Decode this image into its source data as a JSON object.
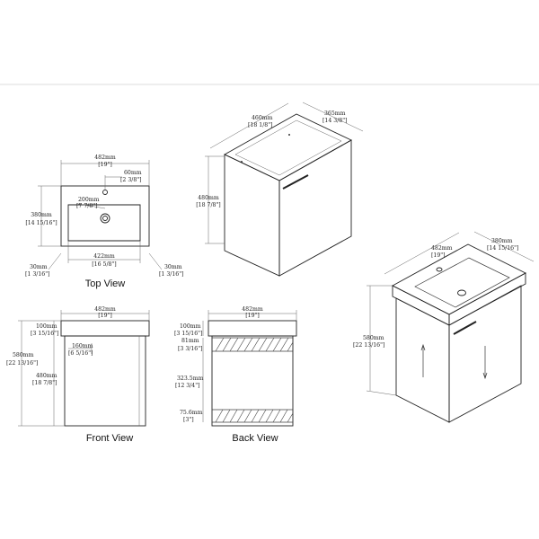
{
  "views": {
    "top": "Top View",
    "front": "Front View",
    "back": "Back View"
  },
  "dims": {
    "top_width_mm": "482mm",
    "top_width_in": "[19\"]",
    "top_faucet_mm": "60mm",
    "top_faucet_in": "[2 3/8\"]",
    "top_drain_mm": "200mm",
    "top_drain_in": "[7 7/8\"]",
    "top_depth_mm": "380mm",
    "top_depth_in": "[14 15/16\"]",
    "top_inner_mm": "422mm",
    "top_inner_in": "[16 5/8\"]",
    "top_side_left_mm": "30mm",
    "top_side_left_in": "[1 3/16\"]",
    "top_side_right_mm": "30mm",
    "top_side_right_in": "[1 3/16\"]",
    "cab_width_mm": "460mm",
    "cab_width_in": "[18 1/8\"]",
    "cab_depth_mm": "365mm",
    "cab_depth_in": "[14 3/8\"]",
    "cab_height_mm": "480mm",
    "cab_height_in": "[18 7/8\"]",
    "front_width_mm": "482mm",
    "front_width_in": "[19\"]",
    "front_top_mm": "100mm",
    "front_top_in": "[3 15/16\"]",
    "front_total_mm": "580mm",
    "front_total_in": "[22 13/16\"]",
    "front_handle_mm": "160mm",
    "front_handle_in": "[6 5/16\"]",
    "front_body_mm": "480mm",
    "front_body_in": "[18 7/8\"]",
    "back_width_mm": "482mm",
    "back_width_in": "[19\"]",
    "back_top_mm": "100mm",
    "back_top_in": "[3 15/16\"]",
    "back_rail_mm": "81mm",
    "back_rail_in": "[3 3/16\"]",
    "back_mid_mm": "323.5mm",
    "back_mid_in": "[12 3/4\"]",
    "back_bottom_mm": "75.6mm",
    "back_bottom_in": "[3\"]",
    "iso_width_mm": "482mm",
    "iso_width_in": "[19\"]",
    "iso_depth_mm": "380mm",
    "iso_depth_in": "[14 15/16\"]",
    "iso_height_mm": "580mm",
    "iso_height_in": "[22 13/16\"]"
  }
}
